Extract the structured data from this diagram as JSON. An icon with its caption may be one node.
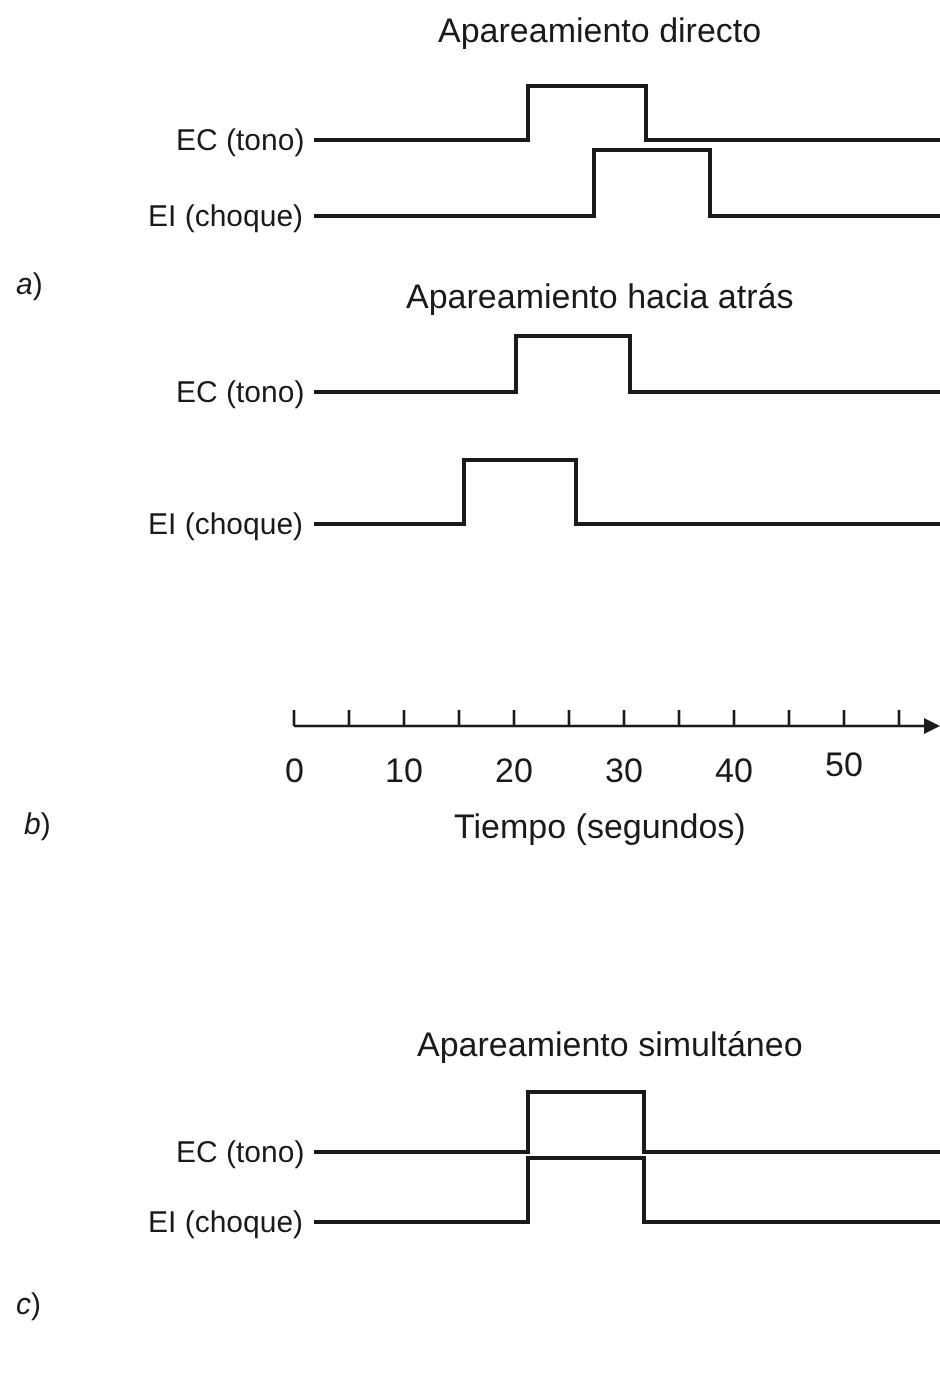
{
  "diagram": {
    "labels": [
      "Apareamiento directo",
      "EC (tono)",
      "EI (choque)",
      "*a*)",
      "Apareamiento hacia atrás",
      "EC (tono)",
      "EI (choque)",
      "0",
      "10",
      "20",
      "30",
      "40",
      "50",
      "*b*)",
      "Tiempo (segundos)",
      "Apareamiento simultáneo",
      "EC (tono)",
      "EI (choque)",
      "*c*)"
    ]
  }
}
